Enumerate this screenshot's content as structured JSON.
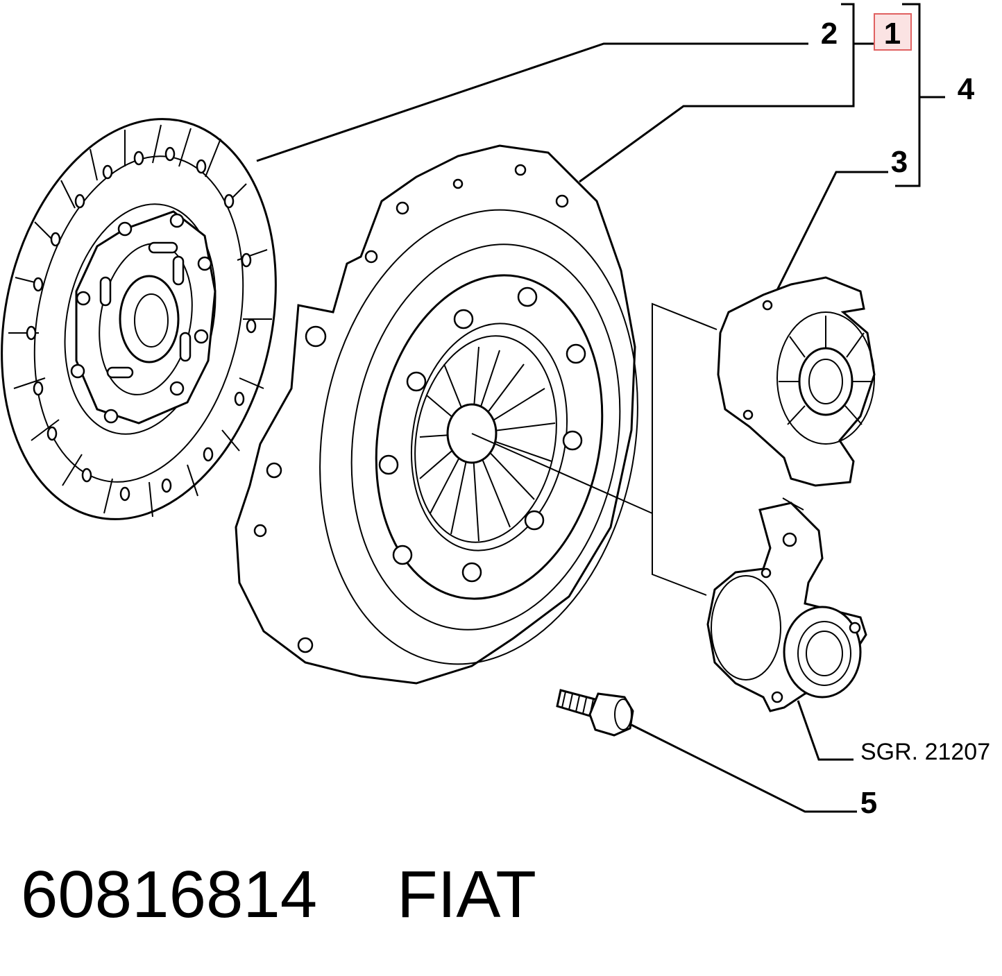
{
  "callouts": {
    "c1": "1",
    "c2": "2",
    "c3": "3",
    "c4": "4",
    "c5": "5"
  },
  "reference": "SGR. 21207",
  "part_number": "60816814",
  "brand": "FIAT",
  "colors": {
    "highlight_border": "#e06060",
    "highlight_fill": "#fbe3e3",
    "ink": "#000000"
  }
}
